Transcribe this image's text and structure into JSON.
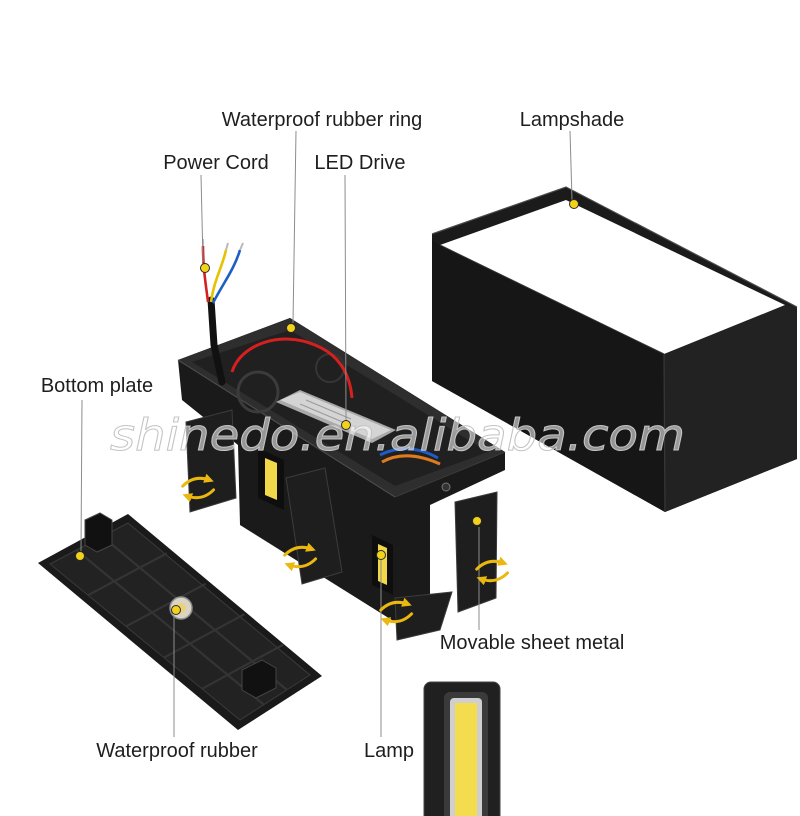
{
  "labels": {
    "waterproof_rubber_ring": "Waterproof rubber ring",
    "lampshade": "Lampshade",
    "power_cord": "Power Cord",
    "led_drive": "LED Drive",
    "bottom_plate": "Bottom plate",
    "movable_sheet_metal": "Movable sheet metal",
    "waterproof_rubber": "Waterproof rubber",
    "lamp": "Lamp"
  },
  "watermark": "shinedo.en.alibaba.com",
  "colors": {
    "marker": "#f2d21b",
    "product": "#1c1c1c",
    "led": "#f3dd4f",
    "arrow": "#eab80e"
  }
}
